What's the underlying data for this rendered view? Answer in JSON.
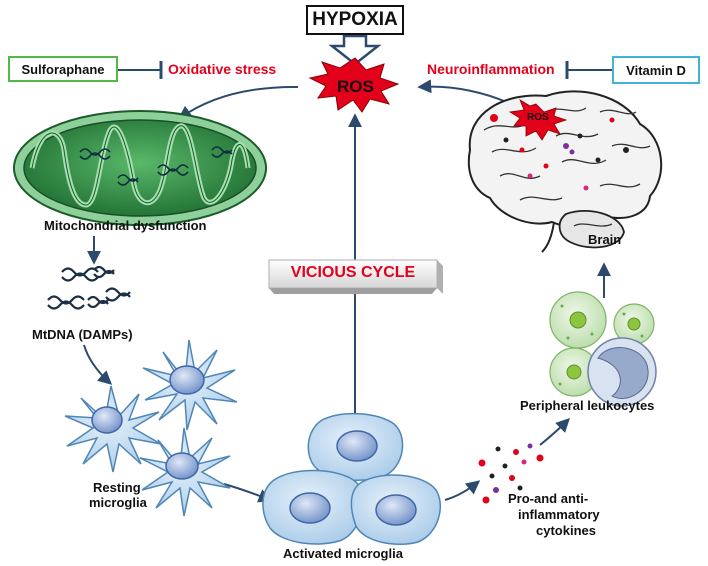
{
  "title": "HYPOXIA",
  "ros_label": "ROS",
  "brain_ros_label": "ROS",
  "sulforaphane": "Sulforaphane",
  "oxidative_stress": "Oxidative stress",
  "neuroinflammation": "Neuroinflammation",
  "vitamin_d": "Vitamin D",
  "mitochondrial_dysfunction": "Mitochondrial dysfunction",
  "mtdna": "MtDNA (DAMPs)",
  "resting_microglia_1": "Resting",
  "resting_microglia_2": "microglia",
  "activated_microglia": "Activated microglia",
  "cytokines_1": "Pro-and anti-",
  "cytokines_2": "inflammatory",
  "cytokines_3": "cytokines",
  "peripheral_leukocytes": "Peripheral leukocytes",
  "brain": "Brain",
  "vicious_cycle": "VICIOUS CYCLE",
  "colors": {
    "red": "#e3001b",
    "arrow": "#2c4a6e",
    "sulforaphane_border": "#52b848",
    "vitamin_d_border": "#3fb3d8",
    "mito_green": "#2f8f45",
    "microglia_blue": "#b9d7ef",
    "leukocyte_green": "#cfe6c2"
  }
}
